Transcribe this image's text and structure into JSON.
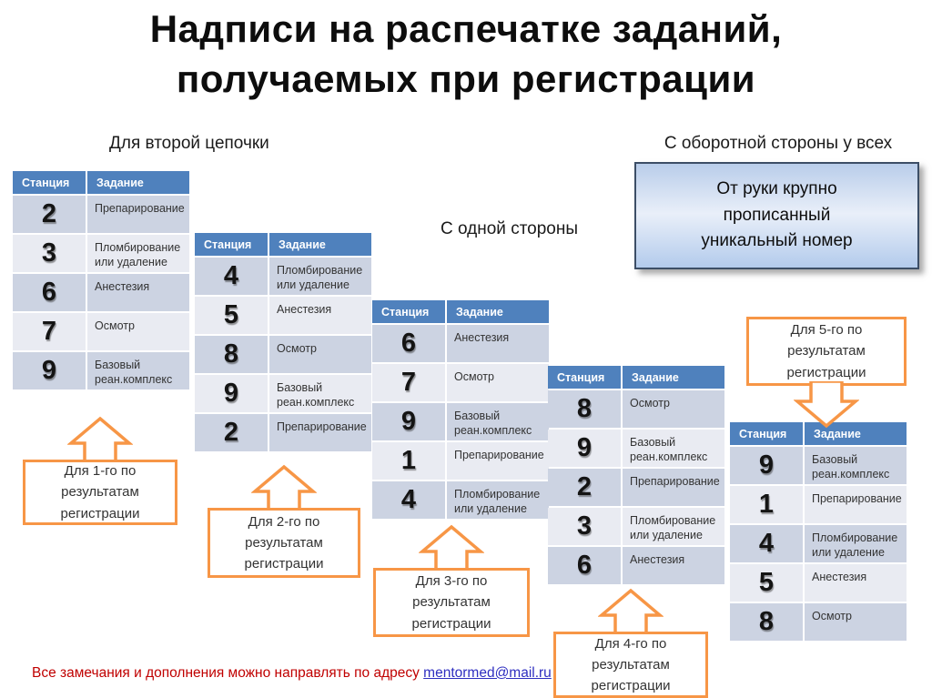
{
  "slide": {
    "title_line1": "Надписи на распечатке заданий,",
    "title_line2": "получаемых при регистрации",
    "labels": {
      "second_chain": "Для второй цепочки",
      "back_side": "С оборотной стороны у всех",
      "one_side": "С одной стороны"
    },
    "note_box": "От руки крупно прописанный уникальный номер",
    "footer": {
      "text": "Все замечания и дополнения можно направлять по адресу ",
      "email": "mentormed@mail.ru"
    }
  },
  "table_header": {
    "station": "Станция",
    "task": "Задание"
  },
  "tables": [
    {
      "rows": [
        {
          "station": "2",
          "task": "Препарирование"
        },
        {
          "station": "3",
          "task": "Пломбирование или удаление"
        },
        {
          "station": "6",
          "task": "Анестезия"
        },
        {
          "station": "7",
          "task": "Осмотр"
        },
        {
          "station": "9",
          "task": "Базовый реан.комплекс"
        }
      ]
    },
    {
      "rows": [
        {
          "station": "4",
          "task": "Пломбирование или удаление"
        },
        {
          "station": "5",
          "task": "Анестезия"
        },
        {
          "station": "8",
          "task": "Осмотр"
        },
        {
          "station": "9",
          "task": "Базовый реан.комплекс"
        },
        {
          "station": "2",
          "task": "Препарирование"
        }
      ]
    },
    {
      "rows": [
        {
          "station": "6",
          "task": "Анестезия"
        },
        {
          "station": "7",
          "task": "Осмотр"
        },
        {
          "station": "9",
          "task": "Базовый реан.комплекс"
        },
        {
          "station": "1",
          "task": "Препарирование"
        },
        {
          "station": "4",
          "task": "Пломбирование или удаление"
        }
      ]
    },
    {
      "rows": [
        {
          "station": "8",
          "task": "Осмотр"
        },
        {
          "station": "9",
          "task": "Базовый реан.комплекс"
        },
        {
          "station": "2",
          "task": "Препарирование"
        },
        {
          "station": "3",
          "task": "Пломбирование или удаление"
        },
        {
          "station": "6",
          "task": "Анестезия"
        }
      ]
    },
    {
      "rows": [
        {
          "station": "9",
          "task": "Базовый реан.комплекс"
        },
        {
          "station": "1",
          "task": "Препарирование"
        },
        {
          "station": "4",
          "task": "Пломбирование или удаление"
        },
        {
          "station": "5",
          "task": "Анестезия"
        },
        {
          "station": "8",
          "task": "Осмотр"
        }
      ]
    }
  ],
  "callouts": [
    {
      "label": "Для 1-го по результатам регистрации",
      "direction": "up"
    },
    {
      "label": "Для 2-го по результатам регистрации",
      "direction": "up"
    },
    {
      "label": "Для 3-го по результатам регистрации",
      "direction": "up"
    },
    {
      "label": "Для 4-го по результатам регистрации",
      "direction": "up"
    },
    {
      "label": "Для 5-го по результатам регистрации",
      "direction": "down"
    }
  ],
  "colors": {
    "header_blue": "#4f81bd",
    "row_dark": "#ccd3e2",
    "row_light": "#e9ebf2",
    "accent_orange": "#f79646",
    "note_border": "#3c4e66",
    "footer_red": "#c00000",
    "link_blue": "#2e2ec0"
  }
}
